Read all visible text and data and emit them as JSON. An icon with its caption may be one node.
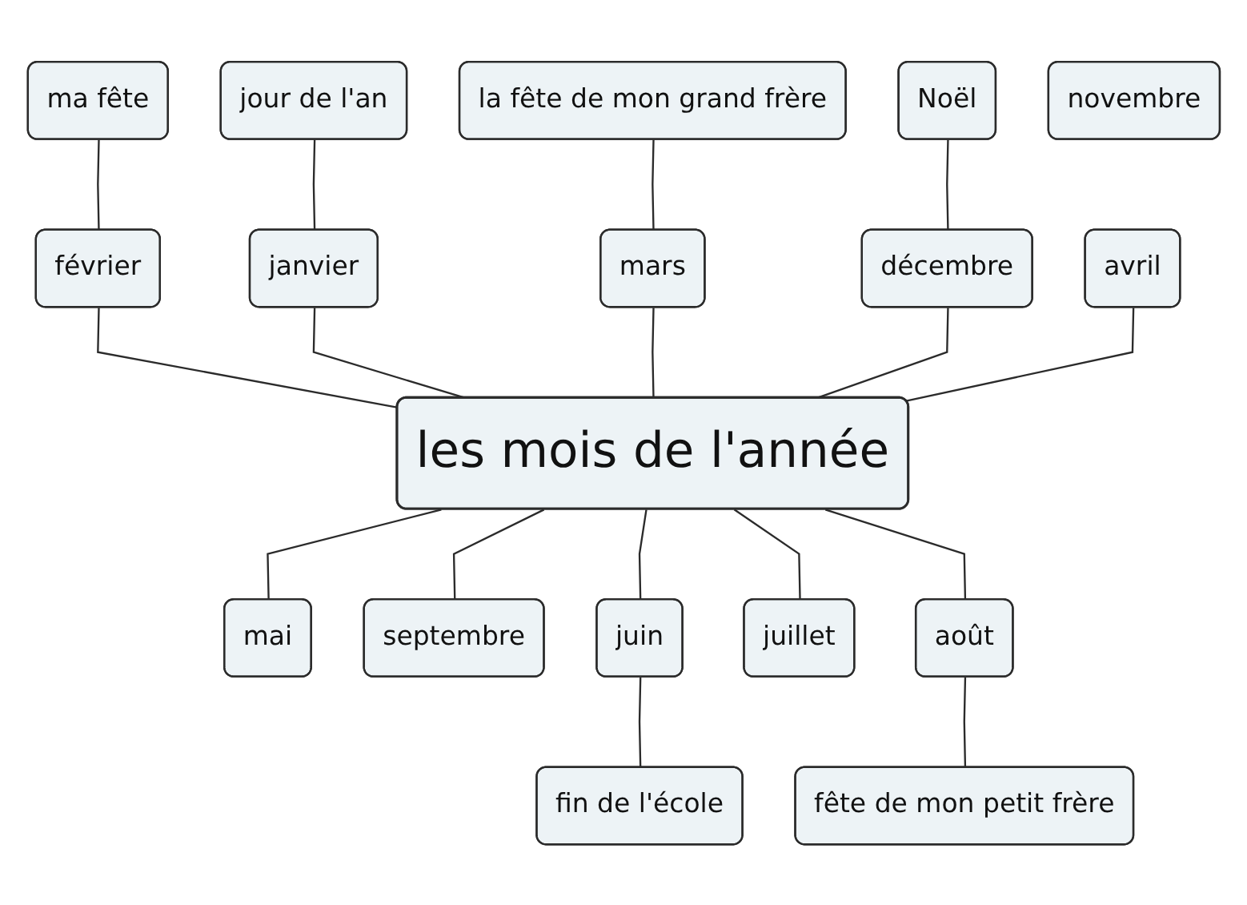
{
  "diagram": {
    "nodes": [
      {
        "text": [
          "ma fête"
        ]
      },
      {
        "text": [
          "jour de l'an"
        ]
      },
      {
        "text": [
          "la fête de mon grand frère"
        ]
      },
      {
        "text": [
          "février"
        ]
      },
      {
        "text": [
          "Noël"
        ]
      },
      {
        "text": [
          "janvier"
        ]
      },
      {
        "text": [
          "mars"
        ]
      },
      {
        "text": [
          "décembre"
        ]
      },
      {
        "text": [
          "avril"
        ]
      },
      {
        "text": [
          "les mois de l'année"
        ]
      },
      {
        "text": [
          "novembre"
        ]
      },
      {
        "text": [
          "mai"
        ]
      },
      {
        "text": [
          "septembre"
        ]
      },
      {
        "text": [
          "juin"
        ]
      },
      {
        "text": [
          "juillet"
        ]
      },
      {
        "text": [
          "août"
        ]
      },
      {
        "text": [
          "fin de l'école"
        ]
      },
      {
        "text": [
          "fête de mon petit frère"
        ]
      }
    ],
    "edges": [
      {
        "from": 0,
        "to": 3,
        "arrow": "none"
      },
      {
        "from": 1,
        "to": 5,
        "arrow": "none"
      },
      {
        "from": 2,
        "to": 6,
        "arrow": "none"
      },
      {
        "from": 4,
        "to": 7,
        "arrow": "none"
      },
      {
        "from": 3,
        "to": 9,
        "arrow": "none"
      },
      {
        "from": 5,
        "to": 9,
        "arrow": "none"
      },
      {
        "from": 6,
        "to": 9,
        "arrow": "none"
      },
      {
        "from": 7,
        "to": 9,
        "arrow": "none"
      },
      {
        "from": 8,
        "to": 9,
        "arrow": "none"
      },
      {
        "from": 9,
        "to": 11,
        "arrow": "none"
      },
      {
        "from": 9,
        "to": 12,
        "arrow": "none"
      },
      {
        "from": 9,
        "to": 13,
        "arrow": "none"
      },
      {
        "from": 9,
        "to": 14,
        "arrow": "none"
      },
      {
        "from": 9,
        "to": 15,
        "arrow": "none"
      },
      {
        "from": 13,
        "to": 16,
        "arrow": "none"
      },
      {
        "from": 15,
        "to": 17,
        "arrow": "none"
      }
    ]
  }
}
